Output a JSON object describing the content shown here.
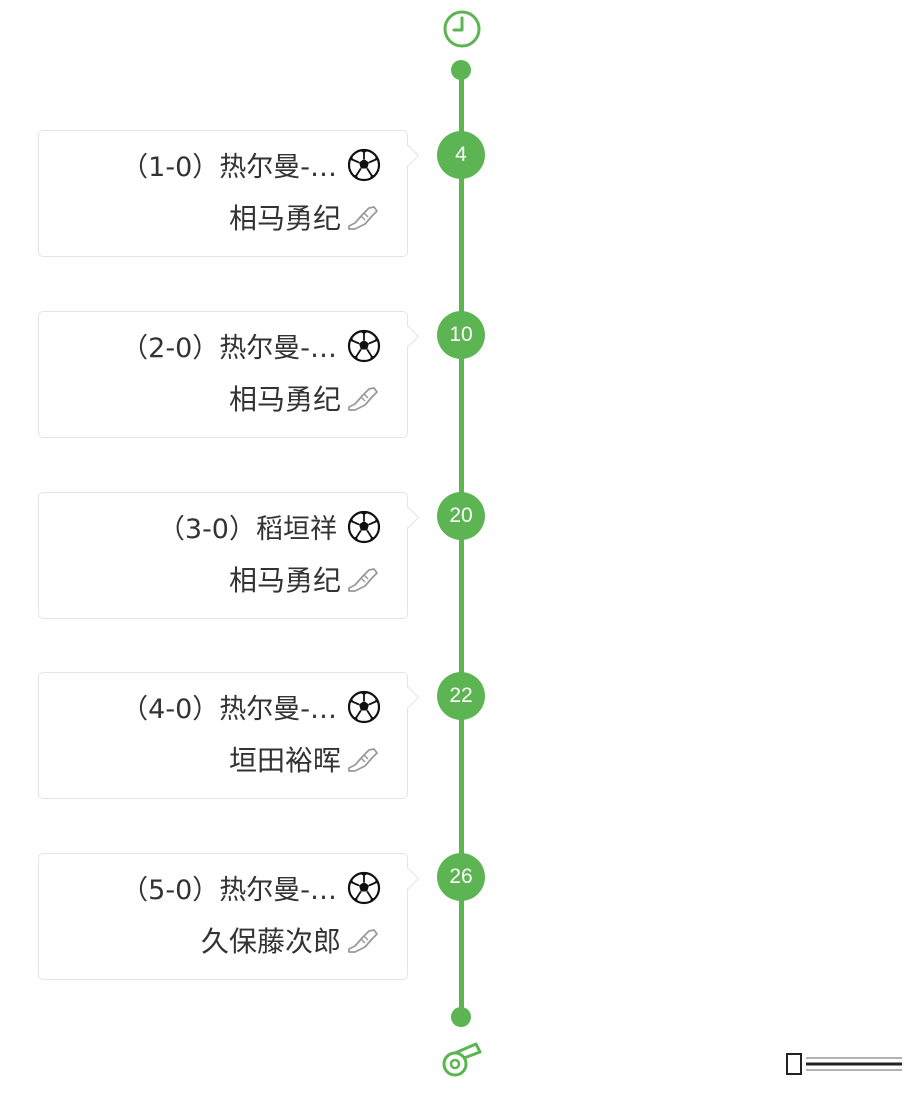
{
  "timeline": {
    "accent_color": "#5cb552",
    "start_icon": "clock-icon",
    "end_icon": "whistle-icon",
    "events": [
      {
        "minute": "4",
        "goal": "（1-0）热尔曼-…",
        "assist": "相马勇纪"
      },
      {
        "minute": "10",
        "goal": "（2-0）热尔曼-…",
        "assist": "相马勇纪"
      },
      {
        "minute": "20",
        "goal": "（3-0）稻垣祥",
        "assist": "相马勇纪"
      },
      {
        "minute": "22",
        "goal": "（4-0）热尔曼-…",
        "assist": "垣田裕晖"
      },
      {
        "minute": "26",
        "goal": "（5-0）热尔曼-…",
        "assist": "久保藤次郎"
      }
    ]
  }
}
